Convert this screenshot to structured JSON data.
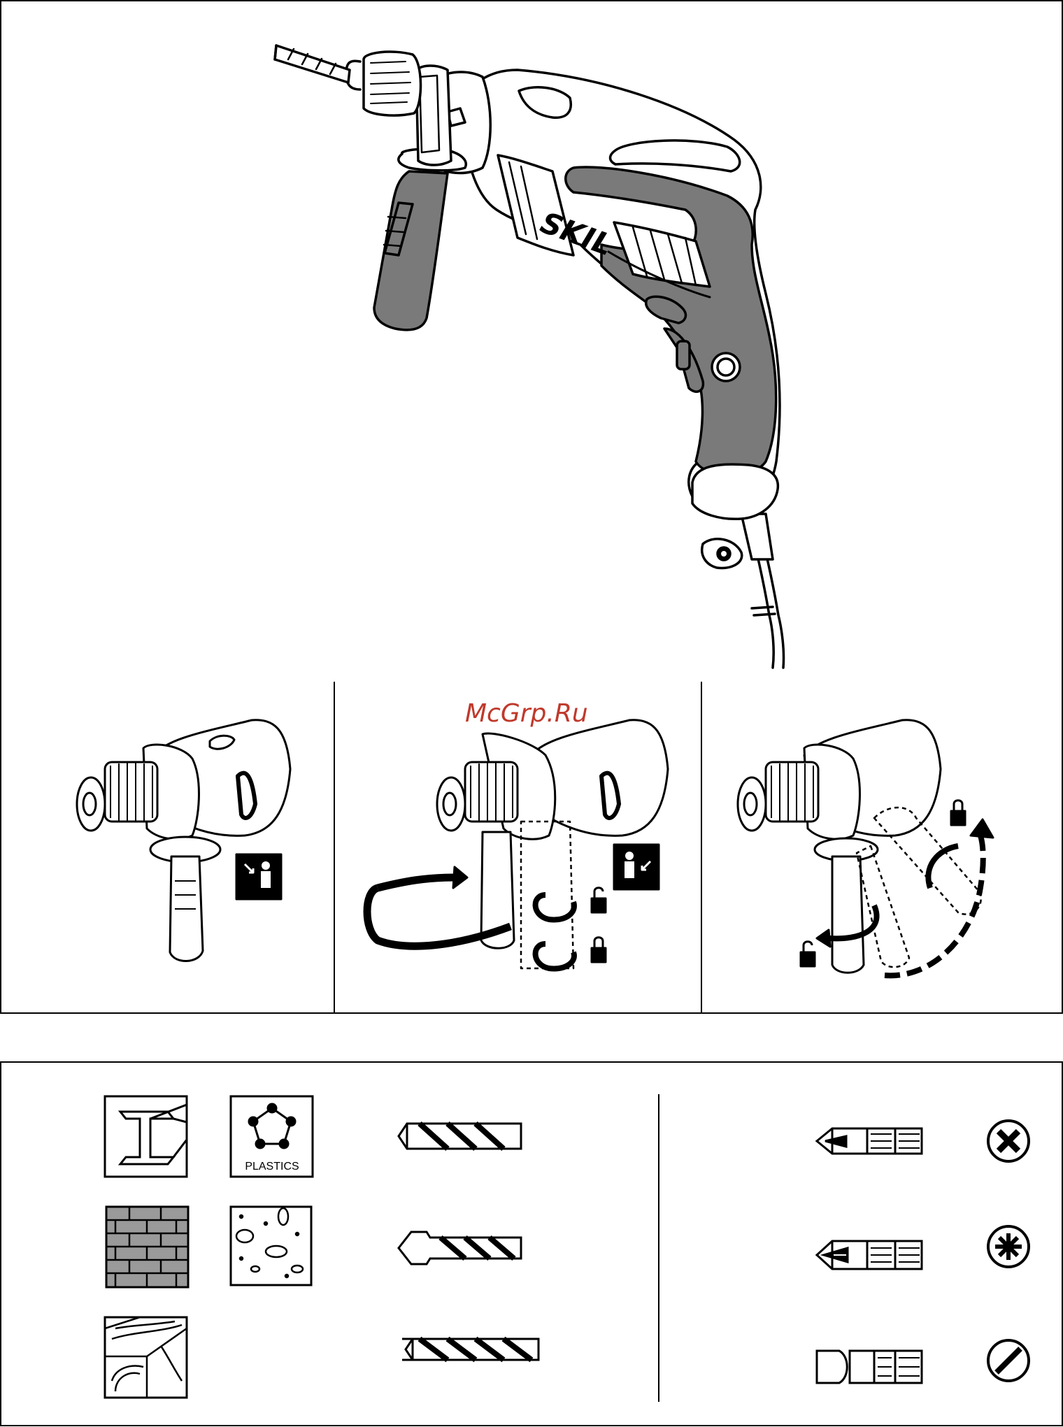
{
  "brand": {
    "logo_text": "SKIL"
  },
  "watermark": {
    "text": "McGrp.Ru"
  },
  "materials": {
    "plastics_label": "PLASTICS"
  },
  "colors": {
    "ink": "#000000",
    "tool_grey": "#7a7a7a",
    "paper": "#ffffff",
    "watermark": "#c0392b"
  },
  "icons": {
    "panels": [
      "drill-with-side-handle",
      "mount-side-handle",
      "rotate-side-handle"
    ],
    "materials": [
      "metal-material-icon",
      "plastics-material-icon",
      "masonry-material-icon",
      "concrete-material-icon",
      "wood-material-icon"
    ],
    "drill_bits": [
      "metal-drill-bit-icon",
      "masonry-drill-bit-icon",
      "wood-drill-bit-icon"
    ],
    "screwdriver_bits": [
      "phillips-bit-icon",
      "pozidriv-bit-icon",
      "slotted-bit-icon"
    ]
  }
}
